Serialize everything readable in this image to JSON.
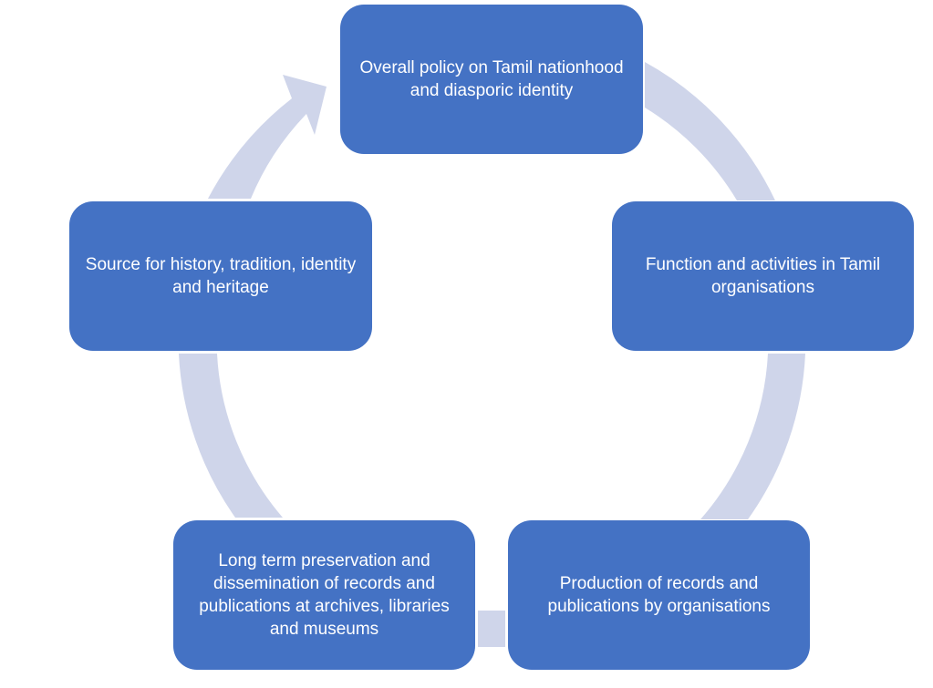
{
  "diagram": {
    "type": "cycle",
    "colors": {
      "node_fill": "#4472C4",
      "node_text": "#FFFFFF",
      "connector": "#CFD5EA"
    },
    "nodes": [
      {
        "id": "n0",
        "text": "Overall policy on Tamil nationhood and diasporic identity"
      },
      {
        "id": "n1",
        "text": "Function and activities in Tamil organisations"
      },
      {
        "id": "n2",
        "text": "Production of records and publications by organisations"
      },
      {
        "id": "n3",
        "text": "Long term preservation and dissemination of records and publications at archives, libraries and museums"
      },
      {
        "id": "n4",
        "text": "Source for history, tradition, identity and heritage"
      }
    ],
    "edges": [
      {
        "from": "n0",
        "to": "n1"
      },
      {
        "from": "n1",
        "to": "n2"
      },
      {
        "from": "n2",
        "to": "n3"
      },
      {
        "from": "n3",
        "to": "n4"
      },
      {
        "from": "n4",
        "to": "n0",
        "arrowhead": true
      }
    ]
  }
}
